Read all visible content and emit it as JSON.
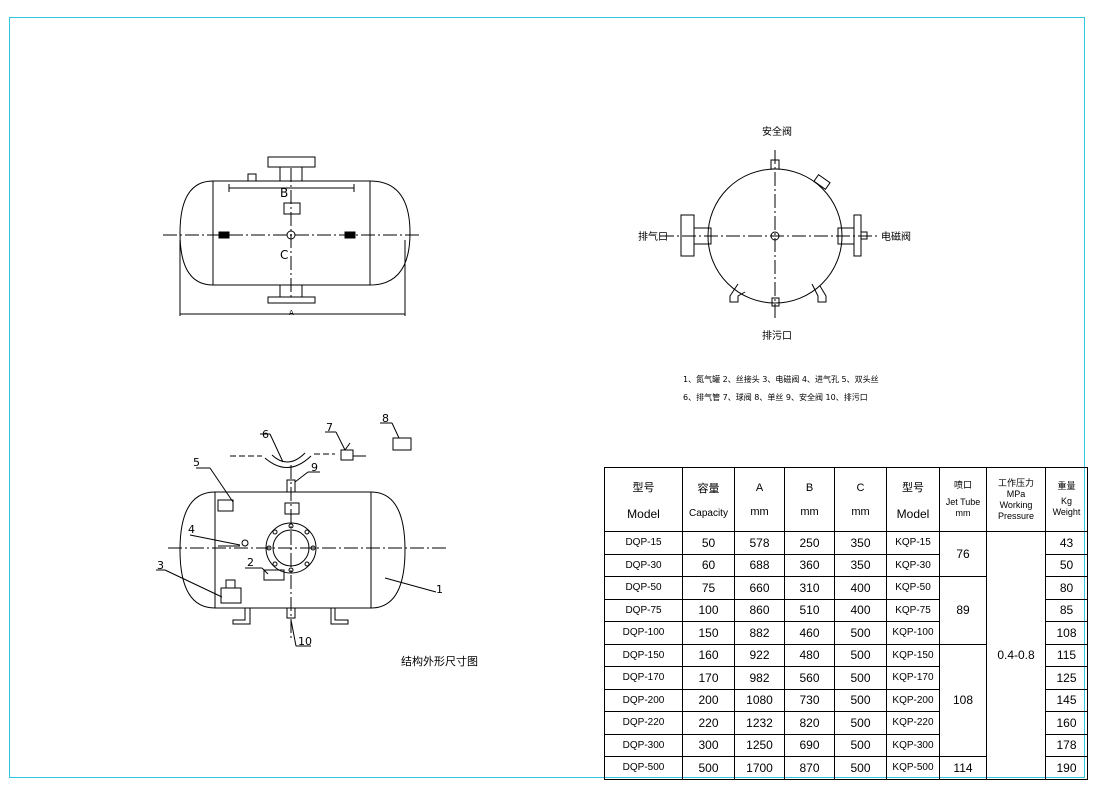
{
  "views": {
    "top_view": {
      "dim_a": "A",
      "dim_b": "B",
      "dim_c": "C"
    },
    "side_view": {
      "top_label": "安全阀",
      "left_label": "排气口",
      "right_label": "电磁阀",
      "bottom_label": "排污口"
    },
    "legend": {
      "line1": "1、氮气罐  2、丝接头  3、电磁阀 4、进气孔 5、双头丝",
      "line2": "6、排气管  7、球阀 8、单丝 9、安全阀 10、排污口"
    },
    "structure_view": {
      "callouts": [
        "1",
        "2",
        "3",
        "4",
        "5",
        "6",
        "7",
        "8",
        "9",
        "10"
      ],
      "caption": "结构外形尺寸图"
    }
  },
  "table": {
    "headers": {
      "model_cn": "型号",
      "model_en": "Model",
      "capacity_cn": "容量",
      "capacity_en": "Capacity",
      "a": "A",
      "a_unit": "mm",
      "b": "B",
      "b_unit": "mm",
      "c": "C",
      "c_unit": "mm",
      "model2_cn": "型号",
      "model2_en": "Model",
      "jet_cn": "喷口",
      "jet_en": "Jet Tube",
      "jet_unit": "mm",
      "pressure_cn": "工作压力",
      "pressure_unit": "MPa",
      "pressure_en1": "Working",
      "pressure_en2": "Pressure",
      "weight_cn": "重量",
      "weight_unit": "Kg",
      "weight_en": "Weight"
    },
    "rows": [
      {
        "model": "DQP-15",
        "capacity": "50",
        "a": "578",
        "b": "250",
        "c": "350",
        "model2": "KQP-15",
        "weight": "43"
      },
      {
        "model": "DQP-30",
        "capacity": "60",
        "a": "688",
        "b": "360",
        "c": "350",
        "model2": "KQP-30",
        "weight": "50"
      },
      {
        "model": "DQP-50",
        "capacity": "75",
        "a": "660",
        "b": "310",
        "c": "400",
        "model2": "KQP-50",
        "weight": "80"
      },
      {
        "model": "DQP-75",
        "capacity": "100",
        "a": "860",
        "b": "510",
        "c": "400",
        "model2": "KQP-75",
        "weight": "85"
      },
      {
        "model": "DQP-100",
        "capacity": "150",
        "a": "882",
        "b": "460",
        "c": "500",
        "model2": "KQP-100",
        "weight": "108"
      },
      {
        "model": "DQP-150",
        "capacity": "160",
        "a": "922",
        "b": "480",
        "c": "500",
        "model2": "KQP-150",
        "weight": "115"
      },
      {
        "model": "DQP-170",
        "capacity": "170",
        "a": "982",
        "b": "560",
        "c": "500",
        "model2": "KQP-170",
        "weight": "125"
      },
      {
        "model": "DQP-200",
        "capacity": "200",
        "a": "1080",
        "b": "730",
        "c": "500",
        "model2": "KQP-200",
        "weight": "145"
      },
      {
        "model": "DQP-220",
        "capacity": "220",
        "a": "1232",
        "b": "820",
        "c": "500",
        "model2": "KQP-220",
        "weight": "160"
      },
      {
        "model": "DQP-300",
        "capacity": "300",
        "a": "1250",
        "b": "690",
        "c": "500",
        "model2": "KQP-300",
        "weight": "178"
      },
      {
        "model": "DQP-500",
        "capacity": "500",
        "a": "1700",
        "b": "870",
        "c": "500",
        "model2": "KQP-500",
        "weight": "190"
      }
    ],
    "jet_groups": [
      "76",
      "89",
      "108",
      "114"
    ],
    "pressure_value": "0.4-0.8"
  }
}
